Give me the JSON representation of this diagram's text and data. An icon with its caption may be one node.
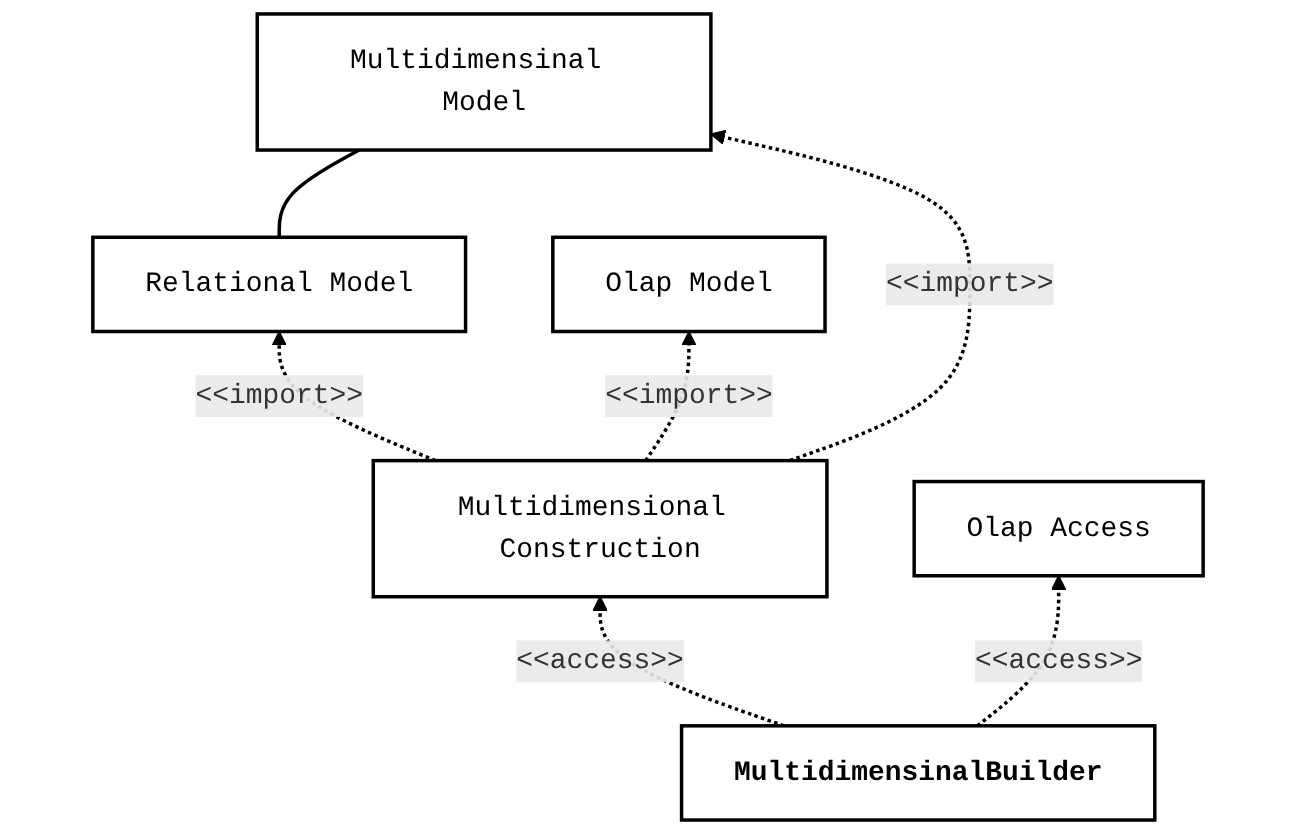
{
  "diagram": {
    "nodes": [
      {
        "text": [
          "Relational Model"
        ]
      },
      {
        "text": [
          "Multidimensinal Model"
        ]
      },
      {
        "text": [
          "Olap Model"
        ]
      },
      {
        "text": [
          "Multidimensional Construction"
        ]
      },
      {
        "text": [
          "Olap Access"
        ]
      },
      {
        "text": [
          "MultidimensinalBuilder"
        ]
      }
    ],
    "edges": [
      {
        "from": 0,
        "to": 1,
        "arrow": "none"
      },
      {
        "from": 3,
        "to": 0,
        "arrow": "to",
        "style": "dashed",
        "label": "<<import>>"
      },
      {
        "from": 3,
        "to": 1,
        "arrow": "to",
        "style": "dashed",
        "label": "<<import>>"
      },
      {
        "from": 3,
        "to": 2,
        "arrow": "to",
        "style": "dashed",
        "label": "<<import>>"
      },
      {
        "from": 5,
        "to": 3,
        "arrow": "to",
        "style": "dashed",
        "label": "<<access>>"
      },
      {
        "from": 5,
        "to": 4,
        "arrow": "to",
        "style": "dashed",
        "label": "<<access>>"
      }
    ]
  }
}
